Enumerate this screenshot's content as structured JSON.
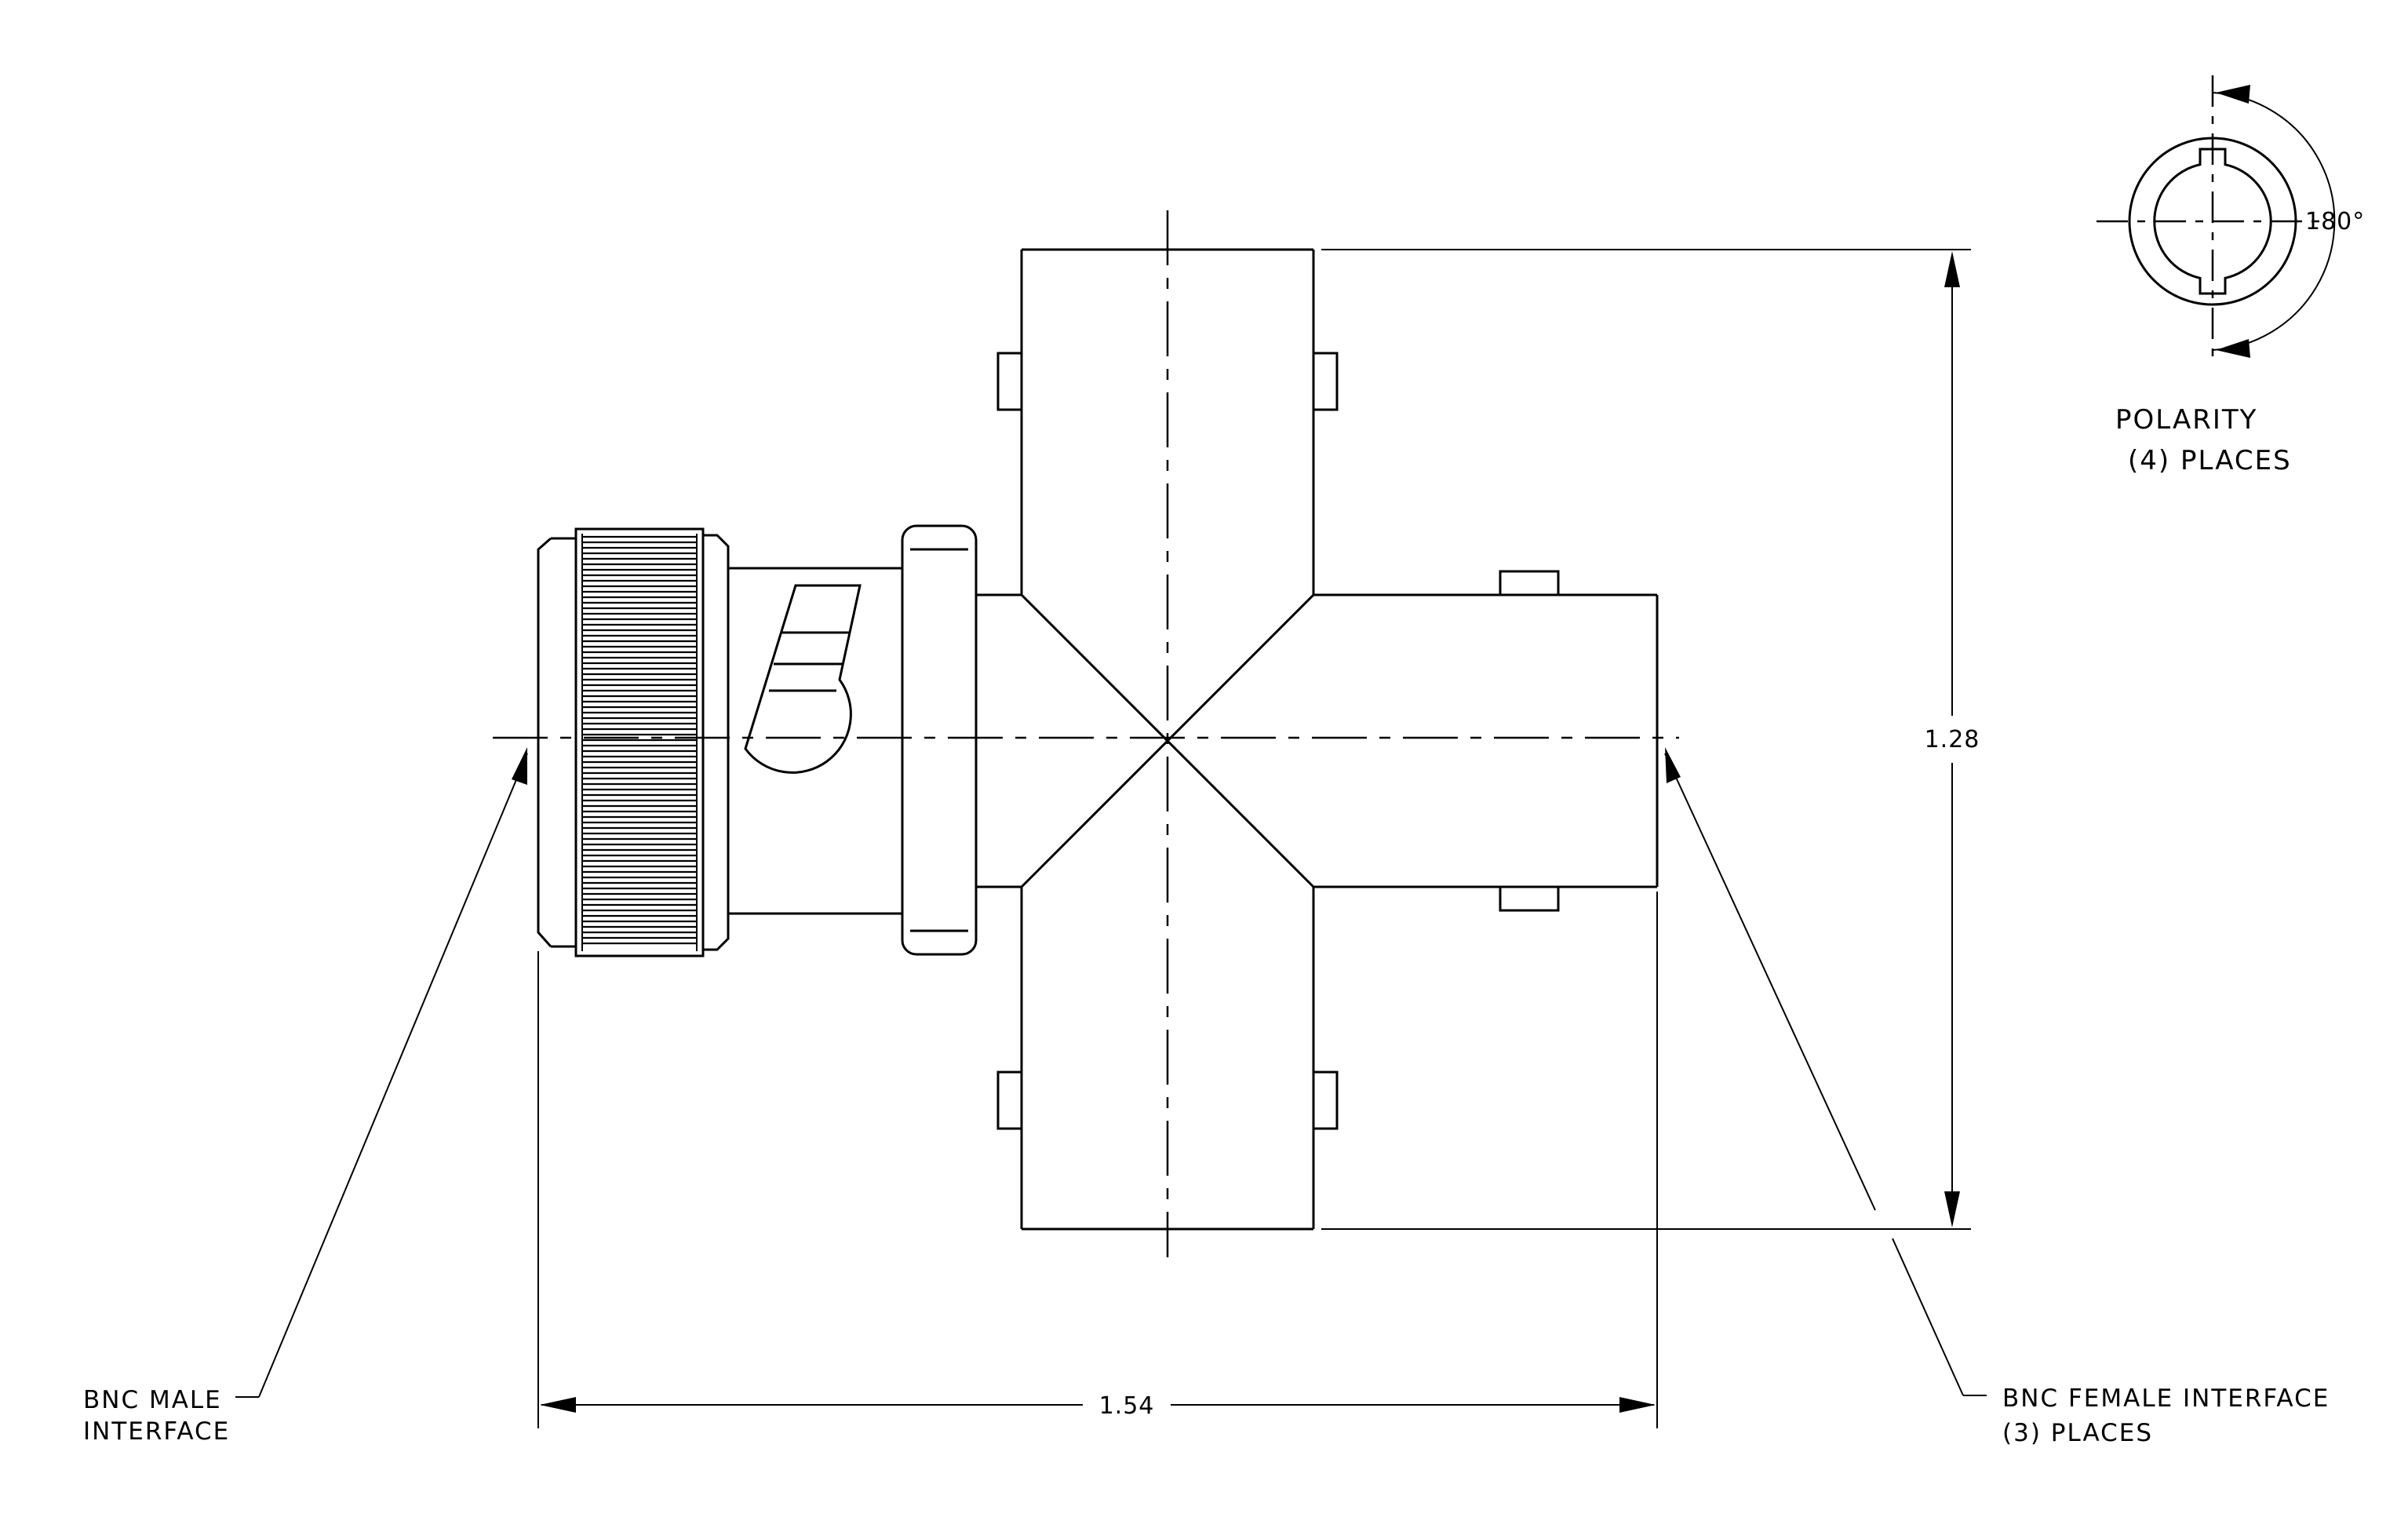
{
  "dimensions": {
    "width_value": "1.54",
    "height_value": "1.28"
  },
  "polarity": {
    "angle": "180°",
    "label_line1": "POLARITY",
    "label_line2": "(4) PLACES"
  },
  "callouts": {
    "male": {
      "line1": "BNC MALE",
      "line2": "INTERFACE"
    },
    "female": {
      "line1": "BNC  FEMALE  INTERFACE",
      "line2": "(3)   PLACES"
    }
  }
}
